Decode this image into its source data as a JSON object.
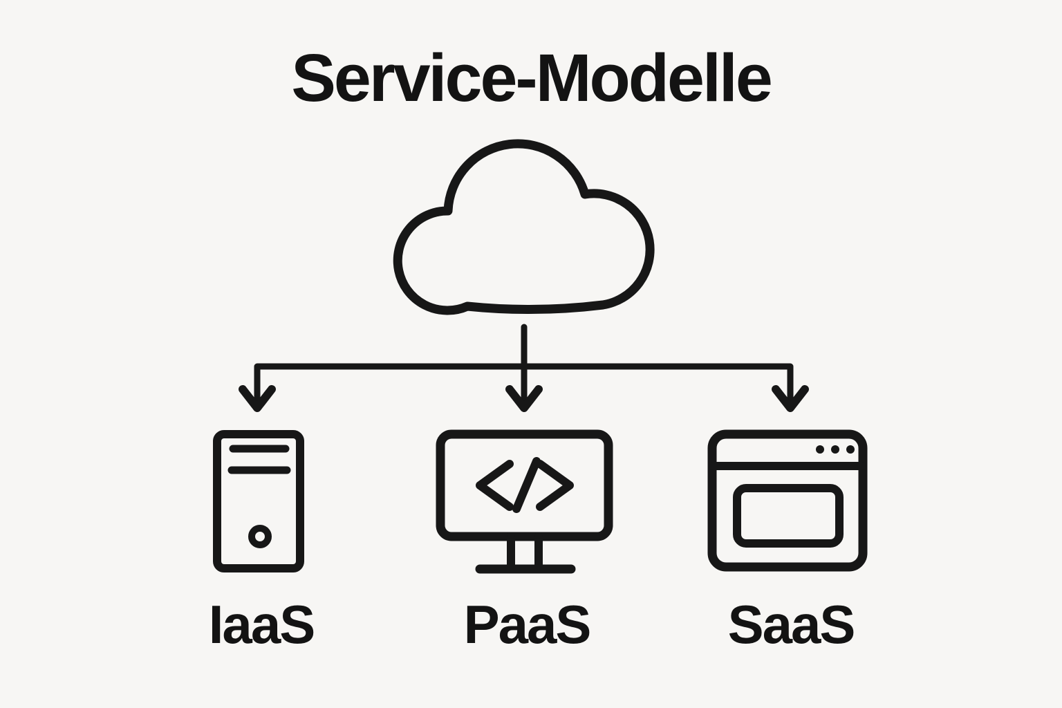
{
  "title": "Service-Modelle",
  "colors": {
    "background": "#f7f6f4",
    "line": "#171717",
    "text": "#131313"
  },
  "diagram": {
    "root_icon": "cloud-icon",
    "nodes": [
      {
        "label": "IaaS",
        "icon": "server-tower-icon"
      },
      {
        "label": "PaaS",
        "icon": "code-monitor-icon"
      },
      {
        "label": "SaaS",
        "icon": "browser-window-icon"
      }
    ]
  }
}
